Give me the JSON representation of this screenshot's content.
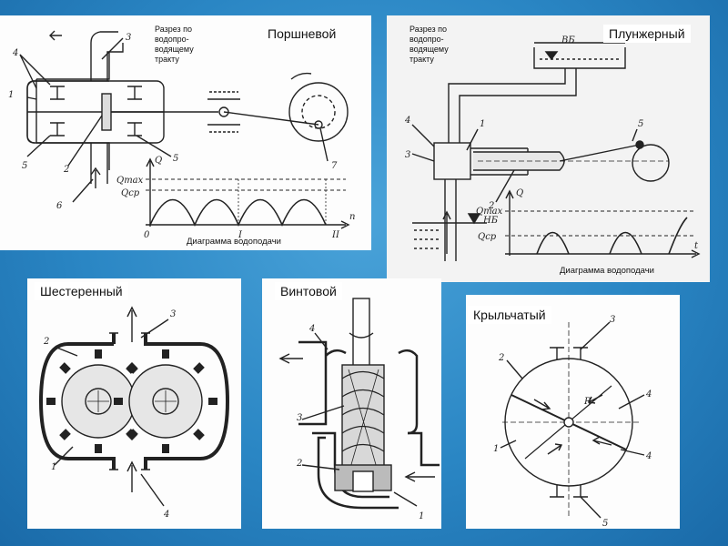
{
  "colors": {
    "background": "#2a86c4",
    "panel": "#fdfdfd",
    "ink": "#222222"
  },
  "piston": {
    "title": "Поршневой",
    "note": "Разрез по водопро-водящему тракту",
    "caption": "Диаграмма водоподачи",
    "labels": [
      "1",
      "2",
      "3",
      "4",
      "5",
      "5",
      "6",
      "7"
    ],
    "axis": {
      "q": "Q",
      "qmax": "Qmax",
      "qcp": "Qср",
      "n": "n",
      "zero": "0",
      "one": "I",
      "two": "II"
    }
  },
  "plunger": {
    "title": "Плунжерный",
    "note": "Разрез по водопро-водящему тракту",
    "caption": "Диаграмма водоподачи",
    "labels": [
      "1",
      "2",
      "3",
      "4",
      "5"
    ],
    "levels": {
      "upper": "ВБ",
      "lower": "НБ"
    },
    "axis": {
      "q": "Q",
      "qmax": "Qmax",
      "qcp": "Qср",
      "t": "t"
    }
  },
  "gear": {
    "title": "Шестеренный",
    "labels": [
      "1",
      "2",
      "3",
      "4"
    ]
  },
  "screw": {
    "title": "Винтовой",
    "labels": [
      "1",
      "2",
      "3",
      "4"
    ]
  },
  "vane": {
    "title": "Крыльчатый",
    "labels": [
      "1",
      "2",
      "3",
      "4",
      "4",
      "5"
    ],
    "radius": "R"
  }
}
